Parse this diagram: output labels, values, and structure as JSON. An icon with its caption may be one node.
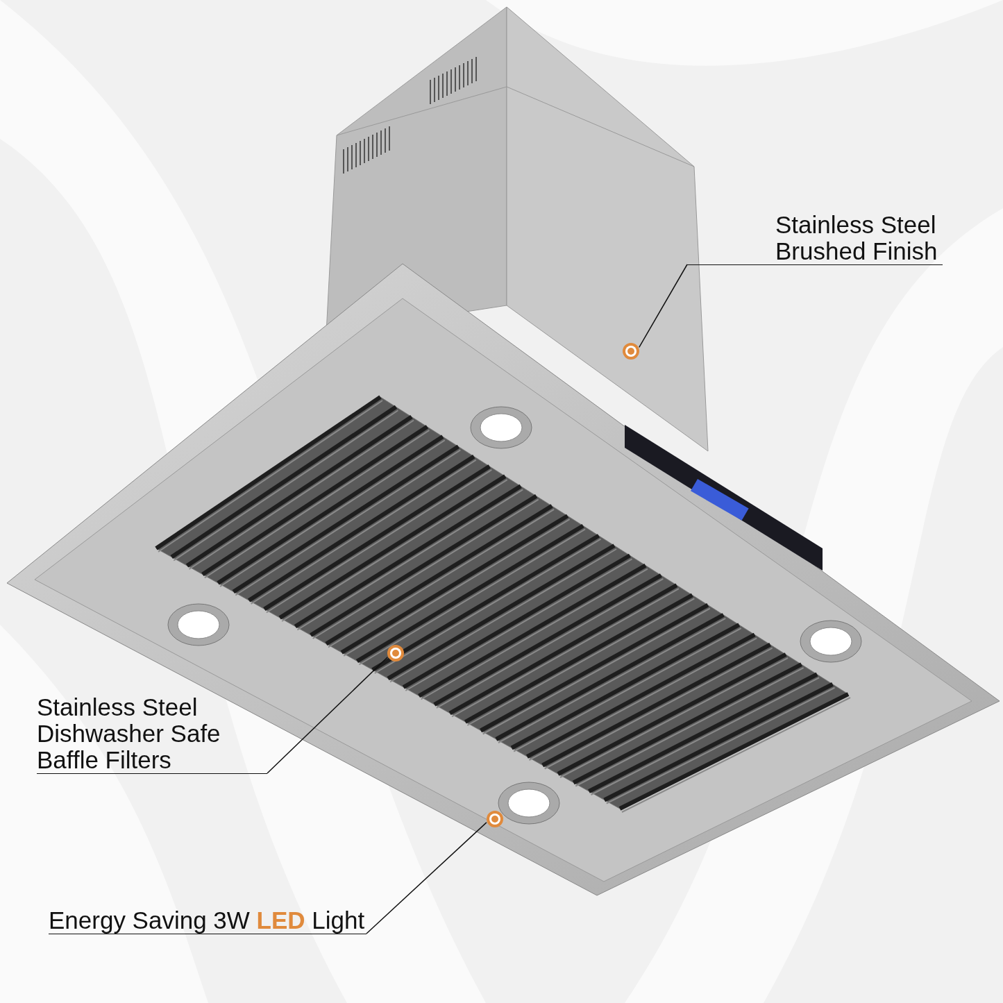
{
  "diagram": {
    "nodes": [
      {
        "text": [
          "Stainless Steel Brushed Finish"
        ]
      },
      {
        "text": [],
        "shape": "circle"
      },
      {
        "text": [
          "Stainless Steel Dishwasher Safe Baffle Filters"
        ]
      },
      {
        "text": [],
        "shape": "circle"
      },
      {
        "text": [
          "Energy Saving 3W **LED** Light"
        ]
      },
      {
        "text": [],
        "shape": "circle"
      }
    ],
    "edges": [
      {
        "from": 0,
        "to": 1,
        "arrow": "none"
      },
      {
        "from": 2,
        "to": 3,
        "arrow": "none"
      },
      {
        "from": 4,
        "to": 5,
        "arrow": "none"
      }
    ]
  }
}
